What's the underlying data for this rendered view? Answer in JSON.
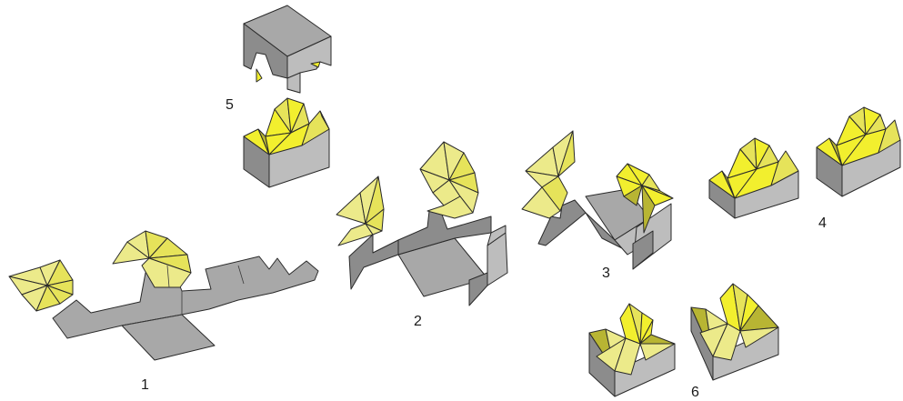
{
  "colors": {
    "gray_top": "#a8a8a8",
    "gray_side": "#8c8c8c",
    "gray_front": "#bdbdbd",
    "yellow_bright": "#f2ef2e",
    "yellow_mid": "#e6e35a",
    "yellow_pale": "#ecea8a",
    "yellow_dark": "#b8b533"
  },
  "labels": {
    "step1": "1",
    "step2": "2",
    "step3": "3",
    "step4": "4",
    "step5": "5",
    "step6": "6"
  }
}
